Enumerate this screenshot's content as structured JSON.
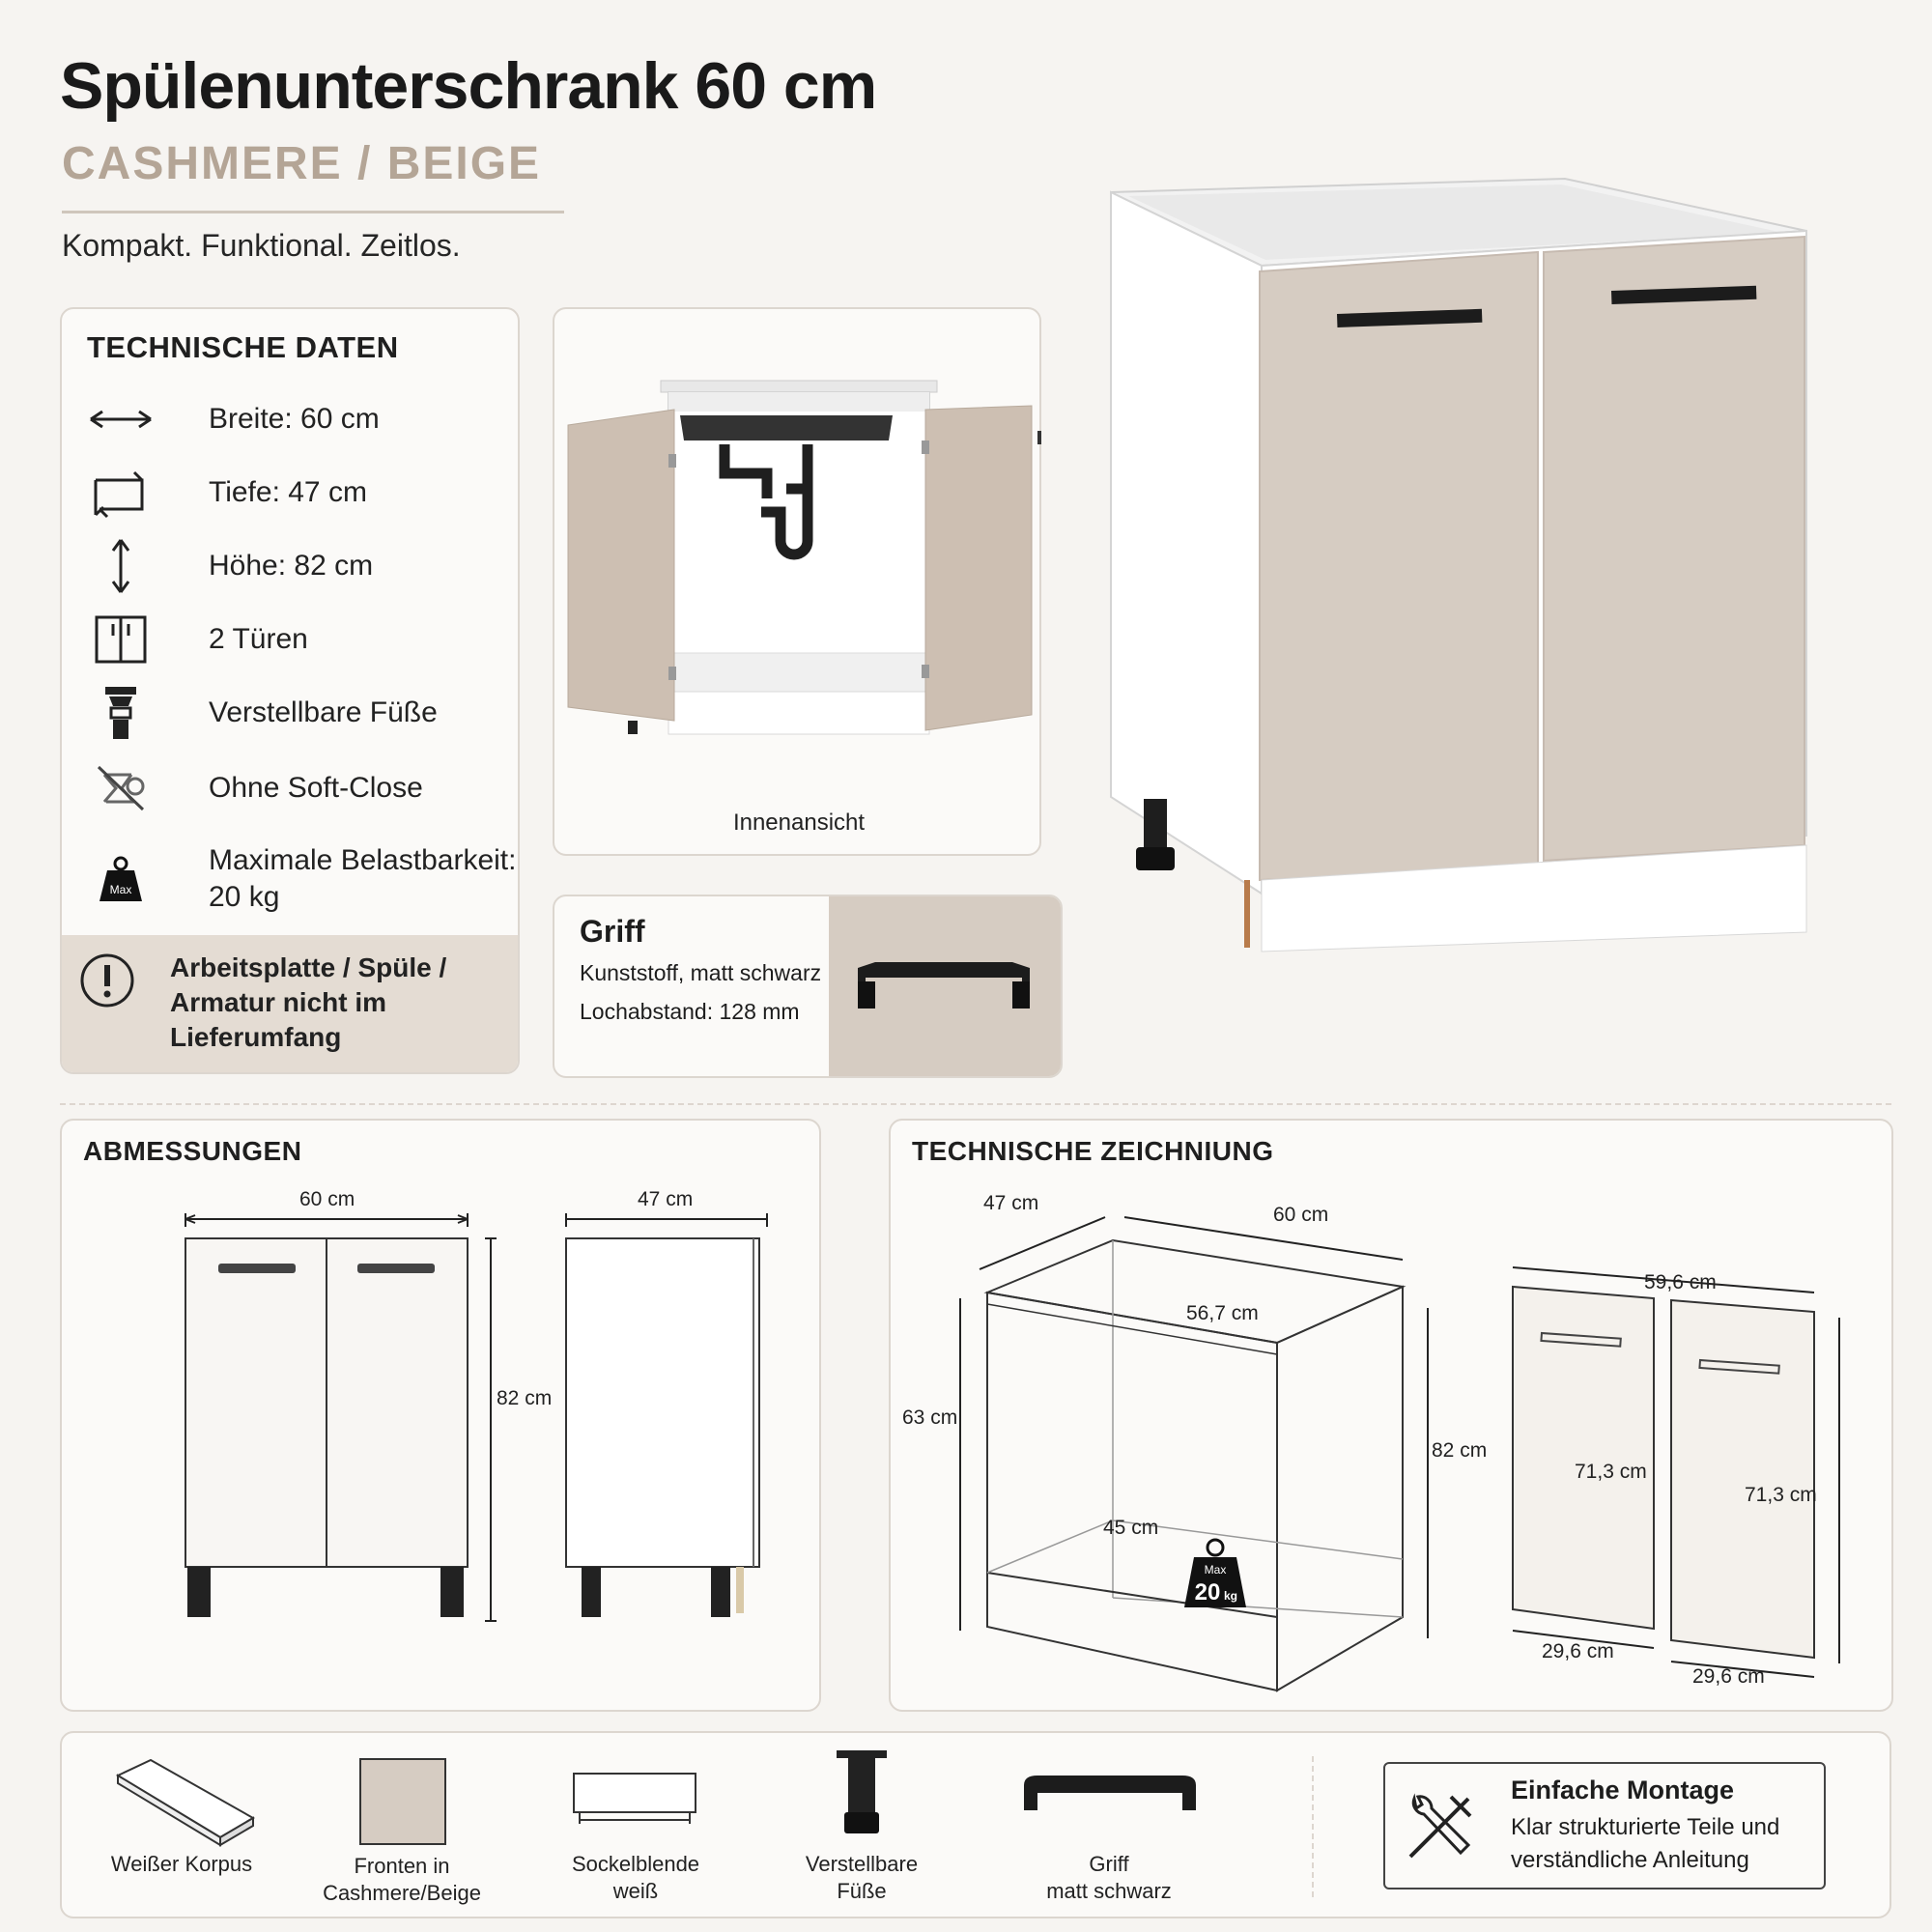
{
  "header": {
    "title": "Spülenunterschrank 60 cm",
    "subtitle": "CASHMERE / BEIGE",
    "tagline": "Kompakt. Funktional. Zeitlos."
  },
  "colors": {
    "background": "#f6f4f1",
    "cashmere": "#d6ccc2",
    "accent": "#b4a596",
    "handle": "#1c1c1c"
  },
  "tech_data": {
    "heading": "TECHNISCHE DATEN",
    "items": [
      {
        "icon": "width-arrow-icon",
        "label": "Breite: 60 cm"
      },
      {
        "icon": "depth-arrow-icon",
        "label": "Tiefe: 47 cm"
      },
      {
        "icon": "height-arrow-icon",
        "label": "Höhe: 82 cm"
      },
      {
        "icon": "doors-icon",
        "label": "2 Türen"
      },
      {
        "icon": "adjustable-foot-icon",
        "label": "Verstellbare Füße"
      },
      {
        "icon": "no-soft-close-icon",
        "label": "Ohne Soft-Close"
      },
      {
        "icon": "weight-icon",
        "label": "Maximale Belastbarkeit:",
        "label2": "20 kg",
        "icon_text": "Max"
      }
    ],
    "notice": {
      "icon": "exclamation-icon",
      "line1": "Arbeitsplatte / Spüle /",
      "line2": "Armatur nicht im",
      "line3": "Lieferumfang"
    }
  },
  "inner_view": {
    "caption": "Innenansicht"
  },
  "handle_card": {
    "title": "Griff",
    "line1": "Kunststoff, matt schwarz",
    "line2": "Lochabstand: 128 mm"
  },
  "dimensions": {
    "heading": "ABMESSUNGEN",
    "front_width": "60 cm",
    "height": "82 cm",
    "side_depth": "47 cm"
  },
  "drawing": {
    "heading": "TECHNISCHE ZEICHNIUNG",
    "depth": "47 cm",
    "width": "60 cm",
    "inner_width": "56,7 cm",
    "inner_height": "63 cm",
    "height": "82 cm",
    "inner_depth": "45 cm",
    "weight_top": "Max",
    "weight_value": "20",
    "weight_unit": "kg",
    "door_total_width": "59,6 cm",
    "door_height_left": "71,3 cm",
    "door_height_right": "71,3 cm",
    "door_width_left": "29,6 cm",
    "door_width_right": "29,6 cm"
  },
  "features": [
    {
      "icon": "white-carcass-icon",
      "line1": "Weißer Korpus",
      "line2": ""
    },
    {
      "icon": "cashmere-front-icon",
      "line1": "Fronten in",
      "line2": "Cashmere/Beige"
    },
    {
      "icon": "plinth-icon",
      "line1": "Sockelblende",
      "line2": "weiß"
    },
    {
      "icon": "adjustable-foot-icon",
      "line1": "Verstellbare",
      "line2": "Füße"
    },
    {
      "icon": "handle-icon",
      "line1": "Griff",
      "line2": "matt schwarz"
    }
  ],
  "assembly": {
    "icon": "tools-icon",
    "title": "Einfache Montage",
    "line1": "Klar strukturierte Teile und",
    "line2": "verständliche Anleitung"
  }
}
